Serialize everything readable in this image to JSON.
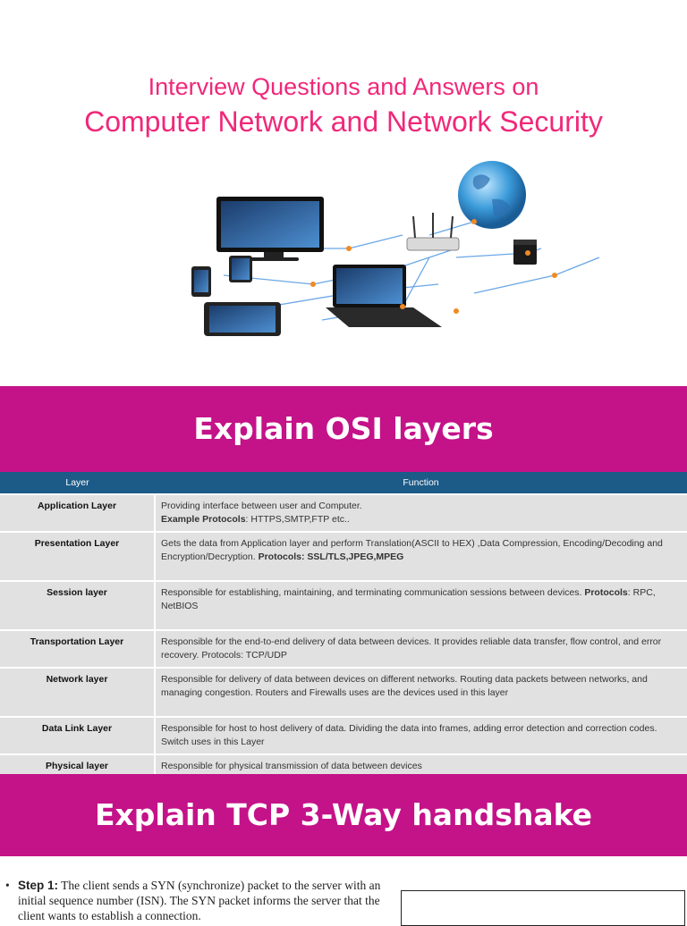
{
  "header": {
    "title_line1": "Interview Questions and Answers on",
    "title_line2": "Computer Network and Network Security"
  },
  "colors": {
    "title": "#f0287a",
    "banner": "#c41289",
    "table_header": "#1c5a87",
    "table_row": "#e1e1e1"
  },
  "section1": {
    "heading": "Explain OSI layers",
    "table": {
      "headers": [
        "Layer",
        "Function"
      ],
      "rows": [
        {
          "layer": "Application Layer",
          "text": "Providing interface between user and Computer.",
          "extra_label": "Example Protocols",
          "extra_text": ": HTTPS,SMTP,FTP etc.."
        },
        {
          "layer": "Presentation Layer",
          "text": "Gets the data from Application layer and perform Translation(ASCII to HEX) ,Data Compression, Encoding/Decoding and Encryption/Decryption. ",
          "bold": "Protocols: SSL/TLS,JPEG,MPEG"
        },
        {
          "layer": "Session layer",
          "text": "Responsible for establishing, maintaining, and terminating communication sessions between devices. ",
          "bold": "Protocols",
          "tail": ": RPC, NetBIOS"
        },
        {
          "layer": "Transportation Layer",
          "text": "Responsible for the end-to-end delivery of data between devices. It provides reliable data transfer, flow control, and error recovery. Protocols: TCP/UDP"
        },
        {
          "layer": "Network layer",
          "text": "Responsible for delivery of data between devices on different networks. Routing data packets between networks, and managing congestion. Routers and Firewalls uses are the devices used in this layer"
        },
        {
          "layer": "Data Link Layer",
          "text": "Responsible for host to host delivery of data. Dividing the data into frames, adding error detection and correction codes. Switch uses in this Layer"
        },
        {
          "layer": "Physical layer",
          "text": "Responsible for physical transmission of data between devices"
        }
      ]
    }
  },
  "section2": {
    "heading": "Explain TCP 3-Way handshake",
    "step1_label": "Step 1:",
    "step1_text": " The client sends a SYN (synchronize) packet to the server with an initial sequence number (ISN). The SYN packet informs the server that the client wants to establish a connection."
  }
}
